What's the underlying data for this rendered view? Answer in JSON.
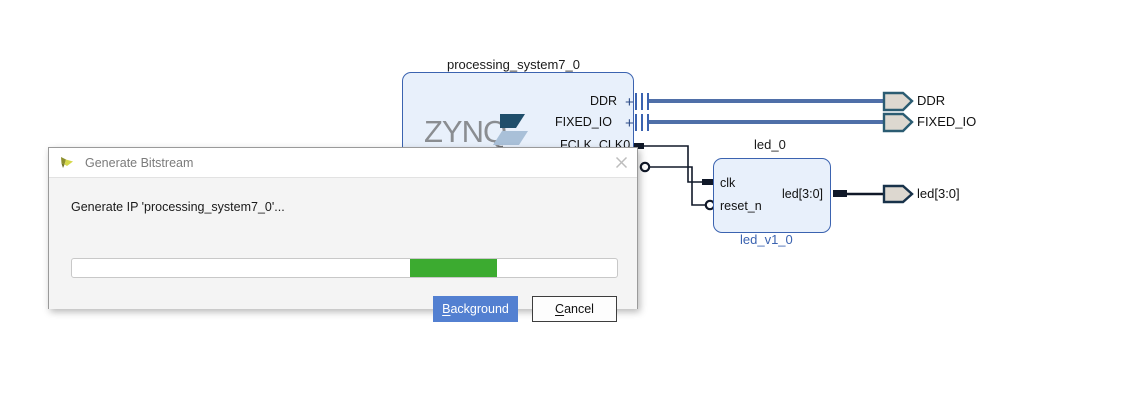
{
  "canvas": {
    "background": "#ffffff"
  },
  "diagram": {
    "blocks": [
      {
        "id": "processing_system7_0",
        "name": "processing_system7_0",
        "logo_text": "ZYNQ",
        "fill": "#e8f0fb",
        "border": "#3b63b0",
        "pins": [
          {
            "label": "DDR",
            "expander": "+",
            "type": "interface"
          },
          {
            "label": "FIXED_IO",
            "expander": "+",
            "type": "interface"
          },
          {
            "label": "FCLK_CLK0",
            "type": "clock"
          }
        ]
      },
      {
        "id": "led_0",
        "name": "led_0",
        "sublabel": "led_v1_0",
        "fill": "#e8f0fb",
        "border": "#3b63b0",
        "sublabel_color": "#3b63b0",
        "inputs": [
          {
            "label": "clk"
          },
          {
            "label": "reset_n"
          }
        ],
        "outputs": [
          {
            "label": "led[3:0]"
          }
        ]
      }
    ],
    "external_ports": [
      {
        "label": "DDR",
        "direction": "out",
        "bus": true
      },
      {
        "label": "FIXED_IO",
        "direction": "out",
        "bus": true
      },
      {
        "label": "led[3:0]",
        "direction": "out",
        "bus": true
      }
    ],
    "wire_colors": {
      "interface_bus": "#4f6fa8",
      "signal": "#101828",
      "port_fill": "#ddd8d0",
      "port_border": "#2b5c72"
    }
  },
  "dialog": {
    "title": "Generate Bitstream",
    "icon": "vivado-logo-icon",
    "close_icon": "close-icon",
    "message": "Generate IP 'processing_system7_0'...",
    "progress": {
      "indeterminate": true,
      "chunk_left_pct": 62,
      "chunk_width_pct": 16,
      "chunk_color": "#3cab30",
      "track_color": "#ffffff"
    },
    "buttons": [
      {
        "label": "Background",
        "mnemonic": "B",
        "primary": true,
        "color": "#5380d1"
      },
      {
        "label": "Cancel",
        "mnemonic": "C",
        "primary": false
      }
    ]
  }
}
